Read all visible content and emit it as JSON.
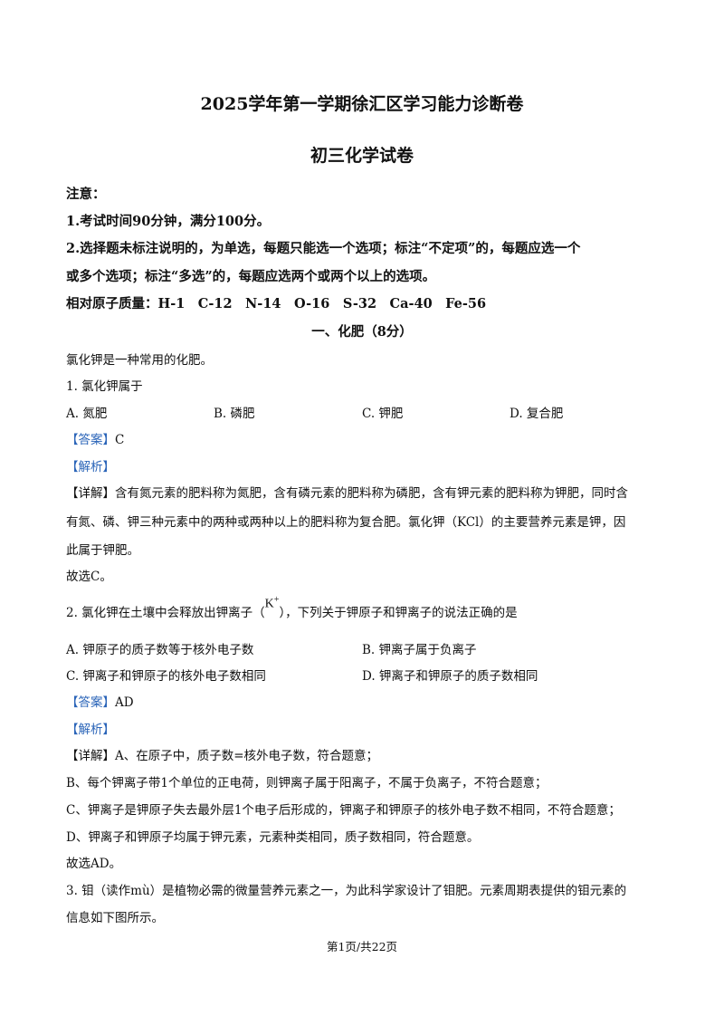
{
  "header": {
    "title": "2025学年第一学期徐汇区学习能力诊断卷",
    "subtitle": "初三化学试卷"
  },
  "notice": {
    "label": "注意：",
    "item1": "1.考试时间90分钟，满分100分。",
    "item2_line1": "2.选择题未标注说明的，为单选，每题只能选一个选项；标注“不定项”的，每题应选一个",
    "item2_line2": "或多个选项；标注“多选”的，每题应选两个或两个以上的选项。",
    "atomic_mass": "相对原子质量：H-1　C-12　N-14　O-16　S-32　Ca-40　Fe-56"
  },
  "section1": {
    "title": "一、化肥（8分）",
    "intro": "氯化钾是一种常用的化肥。"
  },
  "q1": {
    "stem": "1. 氯化钾属于",
    "options": [
      "A. 氮肥",
      "B. 磷肥",
      "C. 钾肥",
      "D. 复合肥"
    ],
    "answer_tag": "【答案】",
    "answer": "C",
    "analysis_tag": "【解析】",
    "detail_tag": "【详解】",
    "detail_line1": "含有氮元素的肥料称为氮肥，含有磷元素的肥料称为磷肥，含有钾元素的肥料称为钾肥，同时含",
    "detail_line2": "有氮、磷、钾三种元素中的两种或两种以上的肥料称为复合肥。氯化钾（KCl）的主要营养元素是钾，因",
    "detail_line3": "此属于钾肥。",
    "conclusion": "故选C。"
  },
  "q2": {
    "stem_a": "2. 氯化钾在土壤中会释放出钾离子（",
    "ion": "K",
    "ion_charge": "+",
    "stem_b": "），下列关于钾原子和钾离子的说法正确的是",
    "options": [
      "A. 钾原子的质子数等于核外电子数",
      "B. 钾离子属于负离子",
      "C. 钾离子和钾原子的核外电子数相同",
      "D. 钾离子和钾原子的质子数相同"
    ],
    "answer_tag": "【答案】",
    "answer": "AD",
    "analysis_tag": "【解析】",
    "detail_tag": "【详解】",
    "detail_line1": "A、在原子中，质子数=核外电子数，符合题意；",
    "detail_line2": "B、每个钾离子带1个单位的正电荷，则钾离子属于阳离子，不属于负离子，不符合题意；",
    "detail_line3": "C、钾离子是钾原子失去最外层1个电子后形成的，钾离子和钾原子的核外电子数不相同，不符合题意；",
    "detail_line4": "D、钾离子和钾原子均属于钾元素，元素种类相同，质子数相同，符合题意。",
    "conclusion": "故选AD。"
  },
  "q3": {
    "line1": "3. 钼（读作mù）是植物必需的微量营养元素之一，为此科学家设计了钼肥。元素周期表提供的钼元素的",
    "line2": "信息如下图所示。"
  },
  "footer": {
    "page": "第1页/共22页"
  }
}
